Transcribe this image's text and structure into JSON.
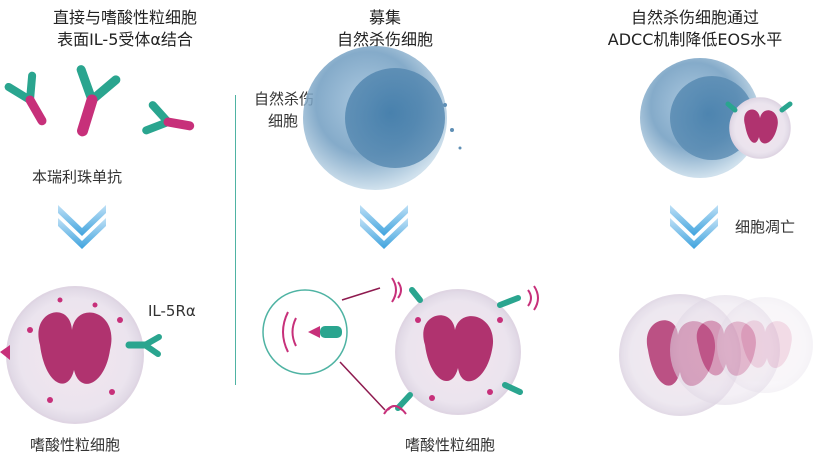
{
  "panels": [
    {
      "title_line1": "直接与嗜酸性粒细胞",
      "title_line2": "表面IL-5受体α结合",
      "antibody_label": "本瑞利珠单抗",
      "receptor_label": "IL-5Rα",
      "cell_label": "嗜酸性粒细胞"
    },
    {
      "title_line1": "募集",
      "title_line2": "自然杀伤细胞",
      "nk_label_line1": "自然杀伤",
      "nk_label_line2": "细胞",
      "cell_label": "嗜酸性粒细胞"
    },
    {
      "title_line1": "自然杀伤细胞通过",
      "title_line2": "ADCC机制降低EOS水平",
      "arrow_label": "细胞凋亡"
    }
  ],
  "colors": {
    "antibody_teal": "#2aa58f",
    "antibody_magenta": "#c7307a",
    "nk_cell_blue": "#5f8fb5",
    "eosinophil_nucleus": "#b0336f",
    "arrow_blue": "#3fa3de",
    "divider": "#4fb3a3"
  },
  "icons": [
    "antibody-icon",
    "nk-cell-icon",
    "eosinophil-cell-icon",
    "down-chevron-arrow-icon",
    "signal-wave-icon"
  ]
}
